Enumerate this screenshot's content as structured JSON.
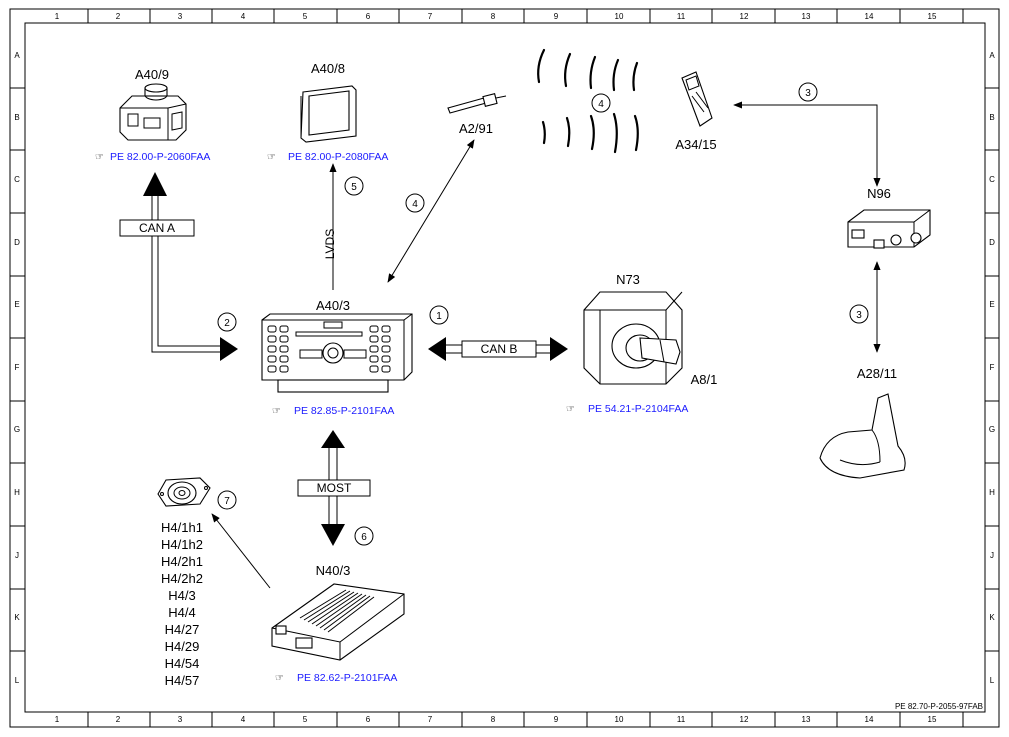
{
  "grid": {
    "columns": [
      "1",
      "2",
      "3",
      "4",
      "5",
      "6",
      "7",
      "8",
      "9",
      "10",
      "11",
      "12",
      "13",
      "14",
      "15"
    ],
    "rows": [
      "A",
      "B",
      "C",
      "D",
      "E",
      "F",
      "G",
      "H",
      "J",
      "K",
      "L"
    ]
  },
  "components": {
    "a40_9": "A40/9",
    "a40_8": "A40/8",
    "a2_91": "A2/91",
    "a34_15": "A34/15",
    "n96": "N96",
    "a40_3": "A40/3",
    "n73": "N73",
    "a8_1": "A8/1",
    "a28_11": "A28/11",
    "n40_3": "N40/3",
    "speakers": [
      "H4/1h1",
      "H4/1h2",
      "H4/2h1",
      "H4/2h2",
      "H4/3",
      "H4/4",
      "H4/27",
      "H4/29",
      "H4/54",
      "H4/57"
    ]
  },
  "references": {
    "a40_9": "PE 82.00-P-2060FAA",
    "a40_8": "PE 82.00-P-2080FAA",
    "a40_3": "PE 82.85-P-2101FAA",
    "n73": "PE 54.21-P-2104FAA",
    "n40_3": "PE 82.62-P-2101FAA"
  },
  "buses": {
    "can_a": "CAN A",
    "can_b": "CAN B",
    "lvds": "LVDS",
    "most": "MOST"
  },
  "connections": {
    "c1": "1",
    "c2": "2",
    "c3a": "3",
    "c3b": "3",
    "c4a": "4",
    "c4b": "4",
    "c5": "5",
    "c6": "6",
    "c7": "7"
  },
  "document_id": "PE 82.70-P-2055-97FAB",
  "colors": {
    "reference_text": "#1a1aff",
    "line": "#000000"
  },
  "ref_icon": "pointing-hand-icon"
}
